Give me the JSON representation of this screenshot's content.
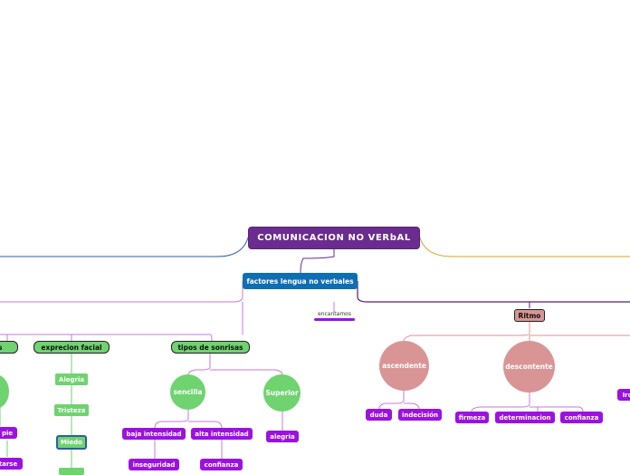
{
  "root": {
    "label": "COMUNICACION NO VERbAL"
  },
  "main_branch": {
    "label": "factores  lengua no verbales"
  },
  "floating_label": "encantamos",
  "categories": {
    "gestos_partial": "nos",
    "expresion_facial": "exprecion facial",
    "tipos_sonrisas": "tipos de sonrisas",
    "ritmo": "Ritmo"
  },
  "expresion_facial_items": [
    "Alegria",
    "Tristeza",
    "Miedo"
  ],
  "left_partial_items": [
    "e pie",
    "ntarse"
  ],
  "sonrisas": {
    "sencilla": "sencilla",
    "superior": "Superior",
    "sencilla_children": [
      "baja intensidad",
      "alta intensidad"
    ],
    "baja_children": [
      "inseguridad"
    ],
    "alta_children": [
      "confianza"
    ],
    "superior_children": [
      "alegria"
    ]
  },
  "ritmo": {
    "ascendente": "ascendente",
    "descontente": "descontente",
    "ascendente_children": [
      "duda",
      "indecisión"
    ],
    "descontente_children": [
      "firmeza",
      "determinacion",
      "confianza"
    ],
    "right_partial": "Iro"
  },
  "colors": {
    "root": "#6a2c8e",
    "main": "#0e6eb3",
    "green": "#6fd36f",
    "pink": "#d99595",
    "purple": "#9b12e0",
    "line_purple": "#c77ae0",
    "line_dark": "#5a1a7a",
    "line_blue": "#2b5fa3",
    "line_orange": "#e0a020"
  }
}
